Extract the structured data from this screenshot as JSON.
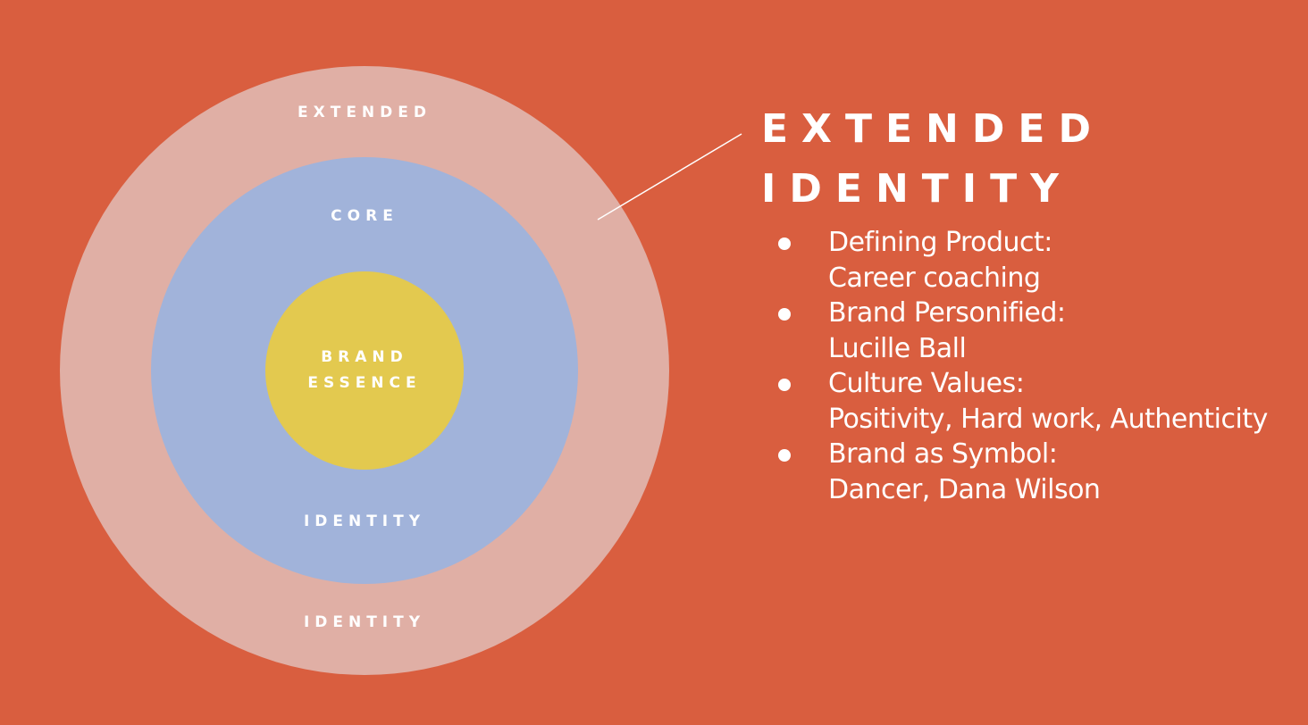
{
  "diagram": {
    "rings": {
      "extended": {
        "label_top": "EXTENDED",
        "label_bottom": "IDENTITY",
        "color": "#e0afa5"
      },
      "core": {
        "label_top": "CORE",
        "label_bottom": "IDENTITY",
        "color": "#a1b3da"
      },
      "essence": {
        "label_line_1": "BRAND",
        "label_line_2": "ESSENCE",
        "color": "#e3c94f"
      }
    }
  },
  "callout": {
    "heading_line_1": "EXTENDED",
    "heading_line_2": "IDENTITY",
    "items": [
      {
        "title": "Defining Product:",
        "value": "Career coaching"
      },
      {
        "title": "Brand Personified:",
        "value": "Lucille Ball"
      },
      {
        "title": "Culture Values:",
        "value": "Positivity, Hard work, Authenticity"
      },
      {
        "title": "Brand as Symbol:",
        "value": "Dancer, Dana Wilson"
      }
    ]
  },
  "theme": {
    "background": "#d95e3f",
    "text": "#ffffff"
  }
}
